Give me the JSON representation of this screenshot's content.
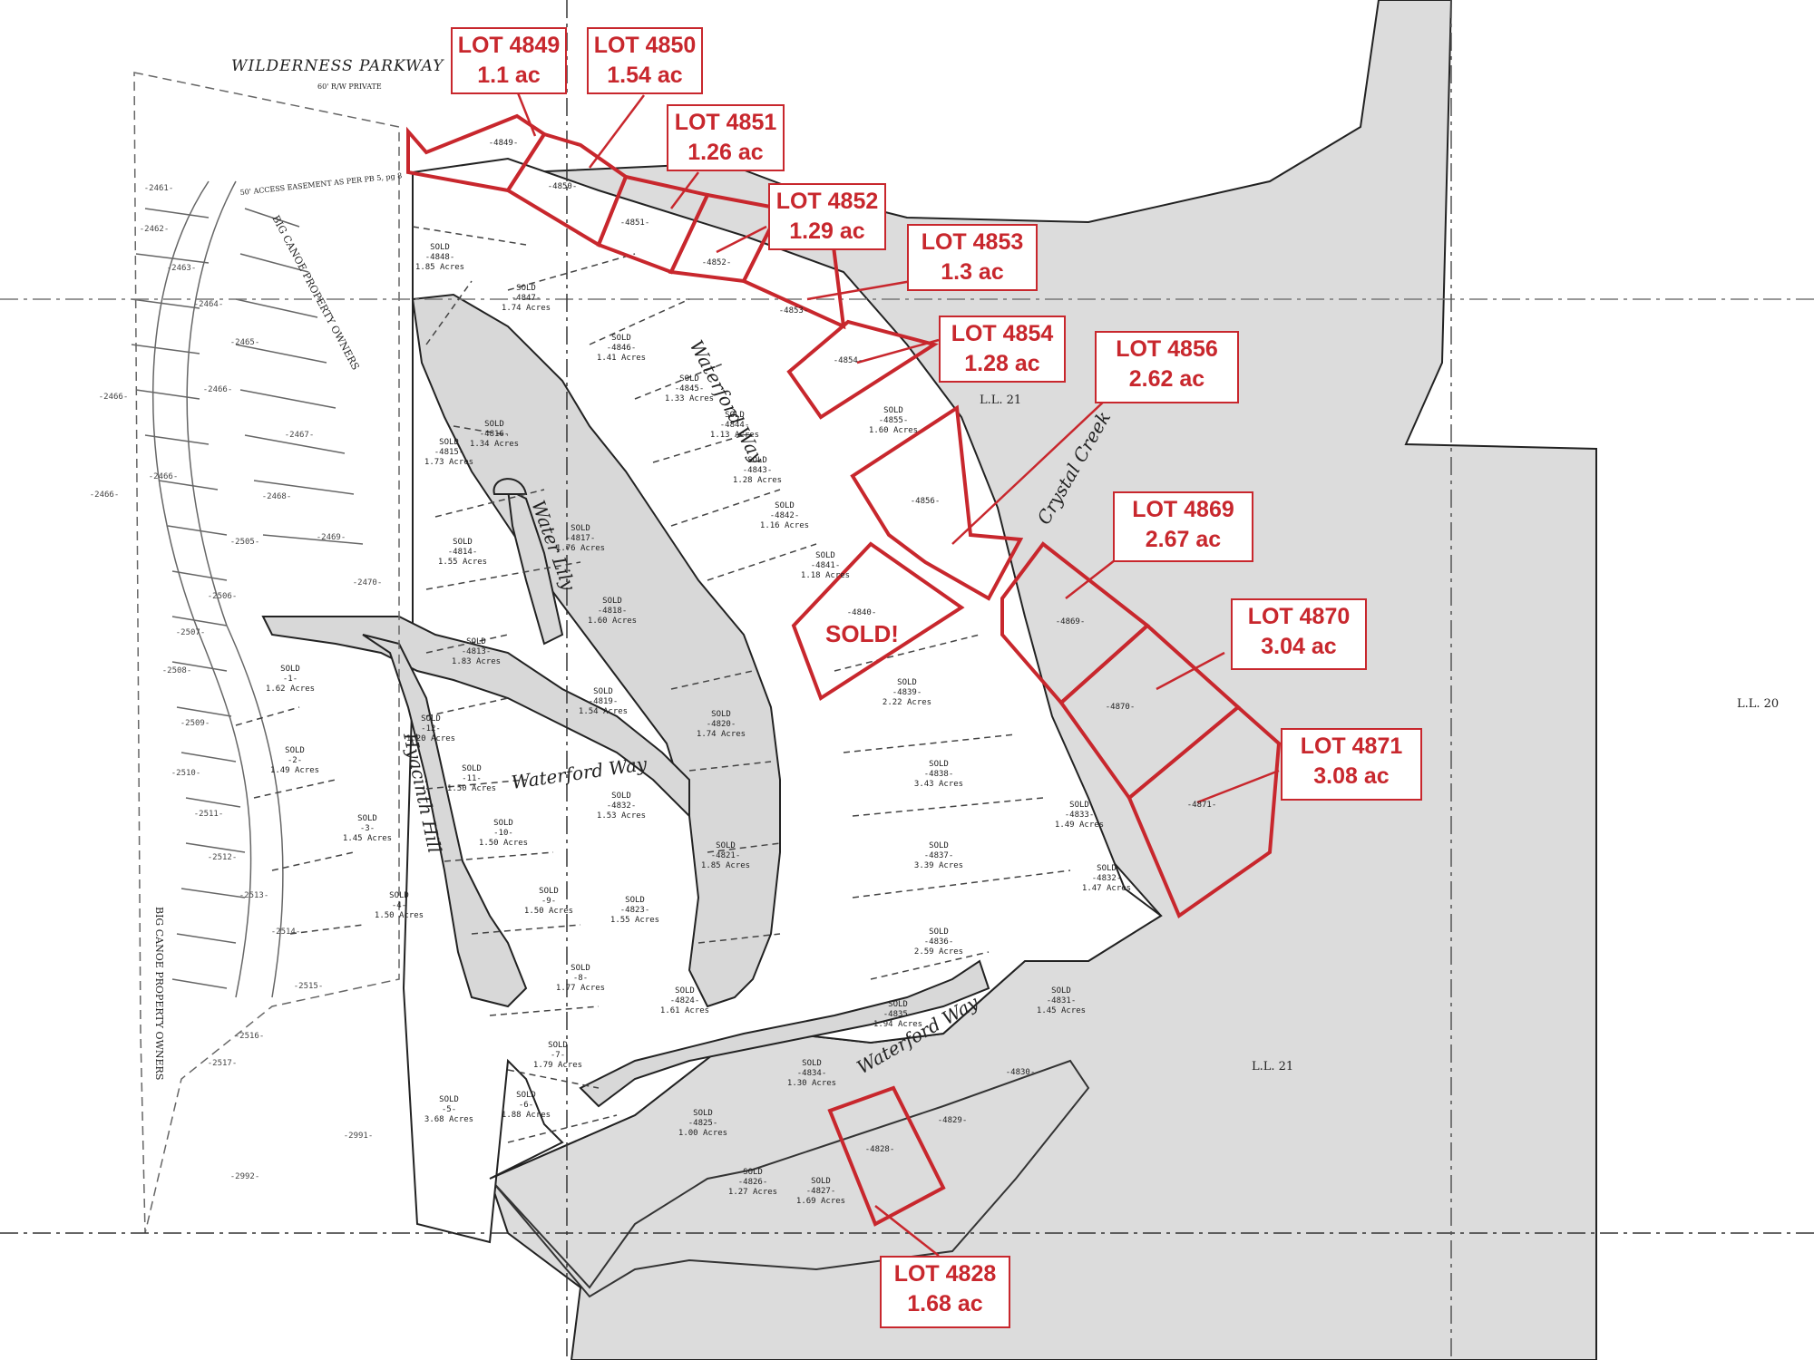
{
  "road_labels": {
    "wilderness_parkway": "WILDERNESS PARKWAY",
    "wilderness_sub": "60' R/W PRIVATE",
    "access_easement": "50' ACCESS EASEMENT AS PER PB 5, pg 8",
    "waterford_way_a": "Waterford Way",
    "waterford_way_b": "Waterford Way",
    "waterford_way_c": "Waterford Way",
    "water_lily": "Water Lily",
    "hyacinth_hill": "Hyacinth Hill",
    "crystal_creek": "Crystal Creek",
    "big_canoe_1": "BIG CANOE PROPERTY OWNERS",
    "big_canoe_2": "BIG CANOE PROPERTY OWNERS"
  },
  "land_lots": {
    "ll21_top": "L.L. 21",
    "ll21_bottom": "L.L. 21",
    "ll20": "L.L. 20"
  },
  "callouts": [
    {
      "lot": "LOT 4849",
      "size": "1.1 ac"
    },
    {
      "lot": "LOT 4850",
      "size": "1.54 ac"
    },
    {
      "lot": "LOT 4851",
      "size": "1.26 ac"
    },
    {
      "lot": "LOT 4852",
      "size": "1.29 ac"
    },
    {
      "lot": "LOT 4853",
      "size": "1.3 ac"
    },
    {
      "lot": "LOT 4854",
      "size": "1.28 ac"
    },
    {
      "lot": "LOT 4856",
      "size": "2.62 ac"
    },
    {
      "lot": "LOT 4869",
      "size": "2.67 ac"
    },
    {
      "lot": "LOT 4870",
      "size": "3.04 ac"
    },
    {
      "lot": "LOT 4871",
      "size": "3.08 ac"
    },
    {
      "lot": "LOT 4828",
      "size": "1.68 ac"
    }
  ],
  "sold_text": "SOLD!",
  "colors": {
    "accent_red": "#c8272d",
    "shaded_land": "#dcdcdc",
    "road_fill": "#d8d8d8",
    "line": "#222222"
  },
  "small_parcels": [
    {
      "sold": "SOLD",
      "num": "-4848-",
      "acres": "1.85 Acres"
    },
    {
      "sold": "SOLD",
      "num": "-4847-",
      "acres": "1.74 Acres"
    },
    {
      "sold": "SOLD",
      "num": "-4846-",
      "acres": "1.41 Acres"
    },
    {
      "sold": "SOLD",
      "num": "-4845-",
      "acres": "1.33 Acres"
    },
    {
      "sold": "SOLD",
      "num": "-4844-",
      "acres": "1.13 Acres"
    },
    {
      "sold": "SOLD",
      "num": "-4843-",
      "acres": "1.28 Acres"
    },
    {
      "sold": "SOLD",
      "num": "-4842-",
      "acres": "1.16 Acres"
    },
    {
      "sold": "SOLD",
      "num": "-4841-",
      "acres": "1.18 Acres"
    },
    {
      "sold": "SOLD",
      "num": "-4855-",
      "acres": "1.60 Acres"
    },
    {
      "sold": "SOLD",
      "num": "-4816-",
      "acres": "1.34 Acres"
    },
    {
      "sold": "SOLD",
      "num": "-4815-",
      "acres": "1.73 Acres"
    },
    {
      "sold": "SOLD",
      "num": "-4817-",
      "acres": "1.76 Acres"
    },
    {
      "sold": "SOLD",
      "num": "-4814-",
      "acres": "1.55 Acres"
    },
    {
      "sold": "SOLD",
      "num": "-4818-",
      "acres": "1.60 Acres"
    },
    {
      "sold": "SOLD",
      "num": "-4813-",
      "acres": "1.83 Acres"
    },
    {
      "sold": "SOLD",
      "num": "-4819-",
      "acres": "1.54 Acres"
    },
    {
      "sold": "SOLD",
      "num": "-1-",
      "acres": "1.62 Acres"
    },
    {
      "sold": "SOLD",
      "num": "-12-",
      "acres": "1.20 Acres"
    },
    {
      "sold": "SOLD",
      "num": "-2-",
      "acres": "1.49 Acres"
    },
    {
      "sold": "SOLD",
      "num": "-11-",
      "acres": "1.50 Acres"
    },
    {
      "sold": "SOLD",
      "num": "-4832-",
      "acres": "1.53 Acres"
    },
    {
      "sold": "SOLD",
      "num": "-4820-",
      "acres": "1.74 Acres"
    },
    {
      "sold": "SOLD",
      "num": "-4839-",
      "acres": "2.22 Acres"
    },
    {
      "sold": "SOLD",
      "num": "-4838-",
      "acres": "3.43 Acres"
    },
    {
      "sold": "SOLD",
      "num": "-3-",
      "acres": "1.45 Acres"
    },
    {
      "sold": "SOLD",
      "num": "-10-",
      "acres": "1.50 Acres"
    },
    {
      "sold": "SOLD",
      "num": "-4821-",
      "acres": "1.85 Acres"
    },
    {
      "sold": "SOLD",
      "num": "-4837-",
      "acres": "3.39 Acres"
    },
    {
      "sold": "SOLD",
      "num": "-4833-",
      "acres": "1.49 Acres"
    },
    {
      "sold": "SOLD",
      "num": "-9-",
      "acres": "1.50 Acres"
    },
    {
      "sold": "SOLD",
      "num": "-4823-",
      "acres": "1.55 Acres"
    },
    {
      "sold": "SOLD",
      "num": "-4-",
      "acres": "1.50 Acres"
    },
    {
      "sold": "SOLD",
      "num": "-4832-",
      "acres": "1.47 Acres"
    },
    {
      "sold": "SOLD",
      "num": "-4836-",
      "acres": "2.59 Acres"
    },
    {
      "sold": "SOLD",
      "num": "-8-",
      "acres": "1.77 Acres"
    },
    {
      "sold": "SOLD",
      "num": "-4824-",
      "acres": "1.61 Acres"
    },
    {
      "sold": "SOLD",
      "num": "-4831-",
      "acres": "1.45 Acres"
    },
    {
      "sold": "SOLD",
      "num": "-4835-",
      "acres": "1.94 Acres"
    },
    {
      "sold": "SOLD",
      "num": "-7-",
      "acres": "1.79 Acres"
    },
    {
      "sold": "SOLD",
      "num": "-4834-",
      "acres": "1.30 Acres"
    },
    {
      "sold": "SOLD",
      "num": "-5-",
      "acres": "3.68 Acres"
    },
    {
      "sold": "SOLD",
      "num": "-6-",
      "acres": "1.88 Acres"
    },
    {
      "sold": "SOLD",
      "num": "-4825-",
      "acres": "1.00 Acres"
    },
    {
      "sold": "SOLD",
      "num": "-4826-",
      "acres": "1.27 Acres"
    },
    {
      "sold": "SOLD",
      "num": "-4827-",
      "acres": "1.69 Acres"
    }
  ],
  "plain_lot_numbers": [
    "-4849-",
    "-4850-",
    "-4851-",
    "-4852-",
    "-4853-",
    "-4854-",
    "-4856-",
    "-4840-",
    "-4869-",
    "-4870-",
    "-4871-",
    "-4828-",
    "-4829-",
    "-4830-"
  ],
  "neighbor_lots": [
    "-2461-",
    "-2462-",
    "-2463-",
    "-2464-",
    "-2465-",
    "-2466-",
    "-2466-",
    "-2467-",
    "-2466-",
    "-2468-",
    "-2466-",
    "-2469-",
    "-2470-",
    "-2505-",
    "-2506-",
    "-2507-",
    "-2508-",
    "-2509-",
    "-2510-",
    "-2511-",
    "-2512-",
    "-2513-",
    "-2514-",
    "-2515-",
    "-2516-",
    "-2517-",
    "-2991-",
    "-2992-"
  ]
}
